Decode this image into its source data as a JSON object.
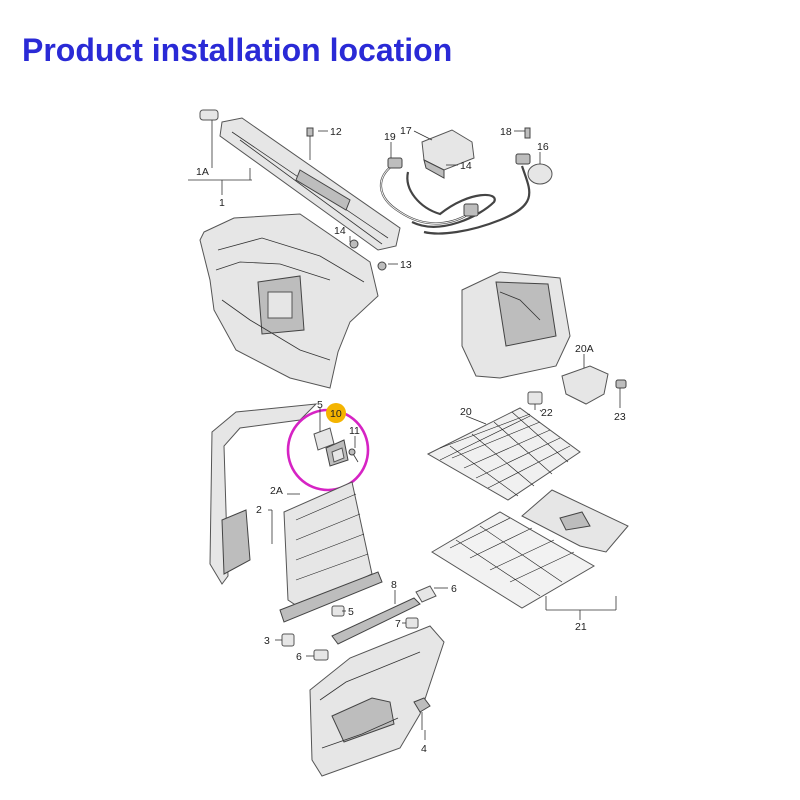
{
  "title": "Product installation location",
  "accent_color": "#2a2ad6",
  "highlight_ring_color": "#d623c4",
  "highlight_badge_color": "#f4b400",
  "labels": {
    "l1A": "1A",
    "l1": "1",
    "l12": "12",
    "l19": "19",
    "l17": "17",
    "l14a": "14",
    "l18": "18",
    "l16": "16",
    "l14b": "14",
    "l13": "13",
    "l20A": "20A",
    "l22": "22",
    "l23": "23",
    "l20": "20",
    "l5a": "5",
    "l10": "10",
    "l11": "11",
    "l2A": "2A",
    "l2": "2",
    "l8": "8",
    "l6a": "6",
    "l5b": "5",
    "l7": "7",
    "l3": "3",
    "l6b": "6",
    "l21": "21",
    "l4": "4"
  }
}
